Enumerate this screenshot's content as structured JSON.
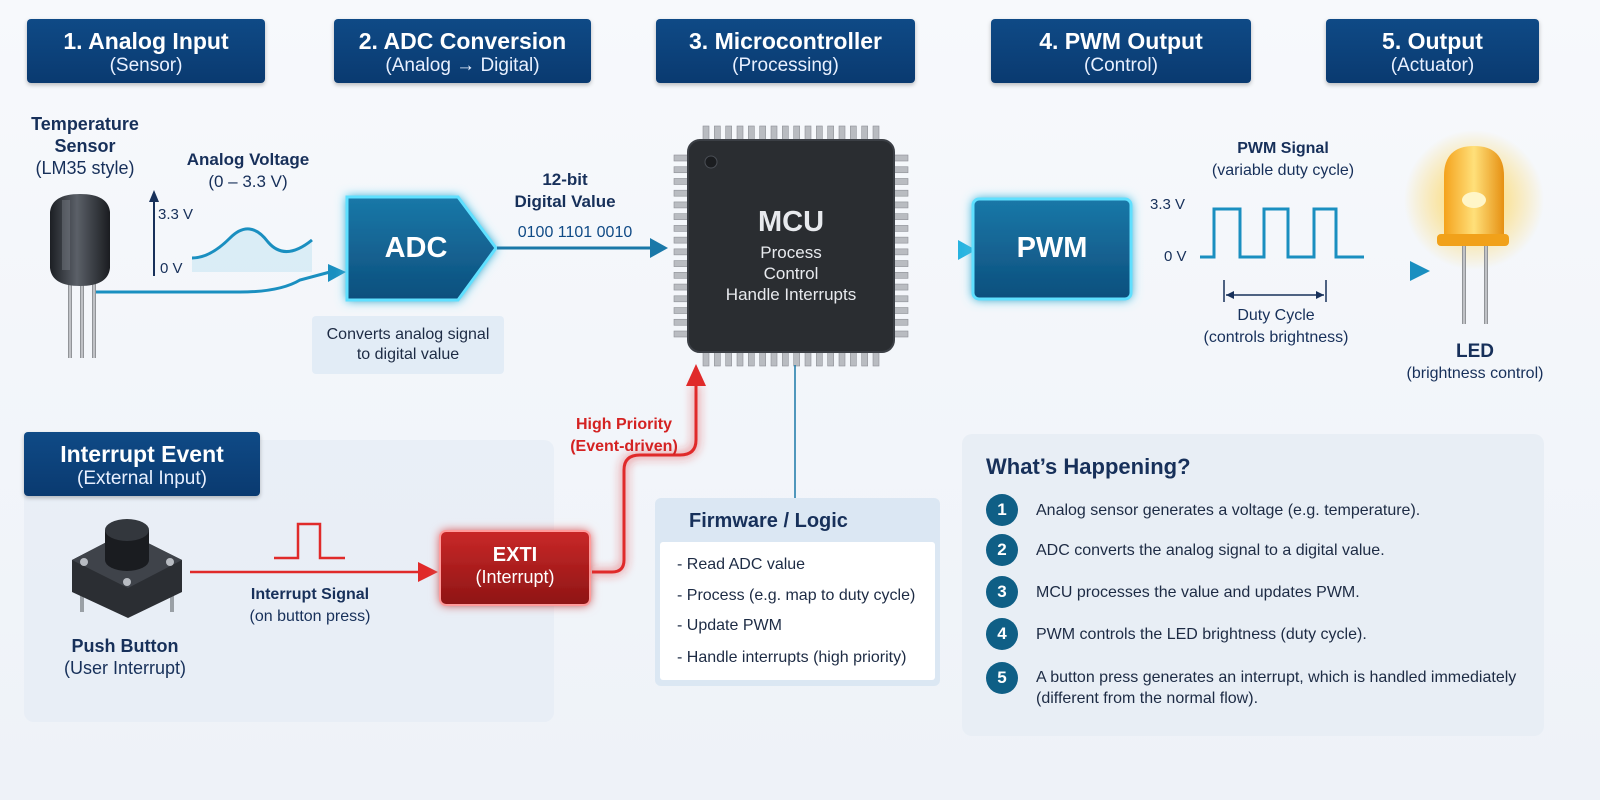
{
  "headers": [
    {
      "title": "1. Analog Input",
      "sub": "(Sensor)"
    },
    {
      "title": "2. ADC Conversion",
      "sub": "(Analog → Digital)"
    },
    {
      "title": "3. Microcontroller",
      "sub": "(Processing)"
    },
    {
      "title": "4. PWM Output",
      "sub": "(Control)"
    },
    {
      "title": "5.  Output",
      "sub": "(Actuator)"
    }
  ],
  "sensor": {
    "line1": "Temperature",
    "line2": "Sensor",
    "line3": "(LM35 style)"
  },
  "analog": {
    "title": "Analog Voltage",
    "range": "(0 – 3.3 V)",
    "v_high": "3.3 V",
    "v_low": "0 V"
  },
  "adc": {
    "label": "ADC",
    "note_line1": "Converts analog signal",
    "note_line2": "to digital value"
  },
  "digital": {
    "title_line1": "12-bit",
    "title_line2": "Digital Value",
    "bits": "0100 1101 0010"
  },
  "mcu": {
    "label": "MCU",
    "line1": "Process",
    "line2": "Control",
    "line3": "Handle Interrupts"
  },
  "pwm": {
    "label": "PWM",
    "title": "PWM Signal",
    "subtitle": "(variable duty cycle)",
    "v_high": "3.3 V",
    "v_low": "0 V",
    "duty_line1": "Duty Cycle",
    "duty_line2": "(controls brightness)"
  },
  "led": {
    "label": "LED",
    "sub": "(brightness control)"
  },
  "interrupt": {
    "title": "Interrupt Event",
    "sub": "(External Input)",
    "signal_line1": "Interrupt Signal",
    "signal_line2": "(on button press)",
    "button_line1": "Push Button",
    "button_line2": "(User Interrupt)"
  },
  "exti": {
    "line1": "EXTI",
    "line2": "(Interrupt)"
  },
  "priority": {
    "line1": "High Priority",
    "line2": "(Event-driven)"
  },
  "firmware": {
    "title": "Firmware / Logic",
    "items": [
      "- Read ADC value",
      "- Process (e.g. map to duty cycle)",
      "- Update PWM",
      "- Handle interrupts (high priority)"
    ]
  },
  "happening": {
    "title": "What’s Happening?",
    "steps": [
      {
        "num": "1",
        "text": "Analog sensor generates a voltage (e.g. temperature)."
      },
      {
        "num": "2",
        "text": "ADC converts the analog signal to a digital value."
      },
      {
        "num": "3",
        "text": "MCU processes the value and updates PWM."
      },
      {
        "num": "4",
        "text": "PWM controls the LED brightness (duty cycle)."
      },
      {
        "num": "5",
        "text": "A button press generates an interrupt, which is handled immediately",
        "text2": "(different from the normal flow)."
      }
    ]
  },
  "colors": {
    "navy": "#0a3a70",
    "teal": "#1a8fc0",
    "red": "#e02a2a",
    "mcu": "#2a2d31"
  }
}
